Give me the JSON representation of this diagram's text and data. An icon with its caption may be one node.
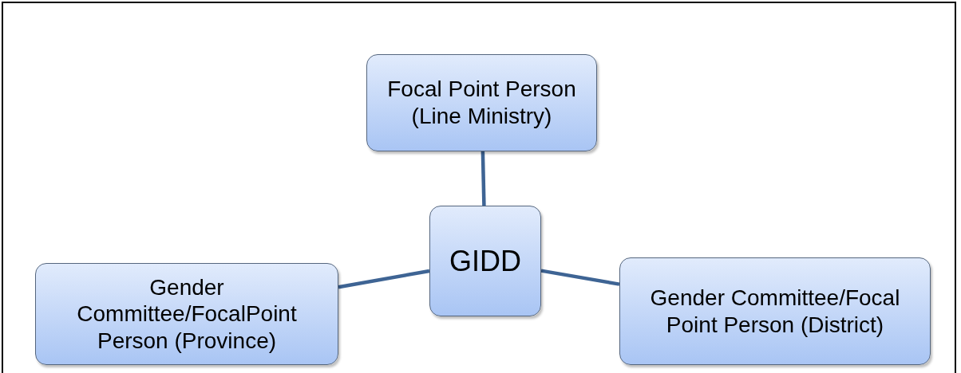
{
  "diagram": {
    "nodes": [
      {
        "text": [
          "Focal Point Person (Line Ministry)"
        ]
      },
      {
        "text": [
          "GIDD"
        ]
      },
      {
        "text": [
          "Gender Committee/FocalPoint Person (Province)"
        ]
      },
      {
        "text": [
          "Gender Committee/Focal Point Person (District)"
        ]
      }
    ],
    "edges": [
      {
        "from": 1,
        "to": 0,
        "arrow": "none"
      },
      {
        "from": 1,
        "to": 2,
        "arrow": "none"
      },
      {
        "from": 1,
        "to": 3,
        "arrow": "none"
      }
    ]
  }
}
